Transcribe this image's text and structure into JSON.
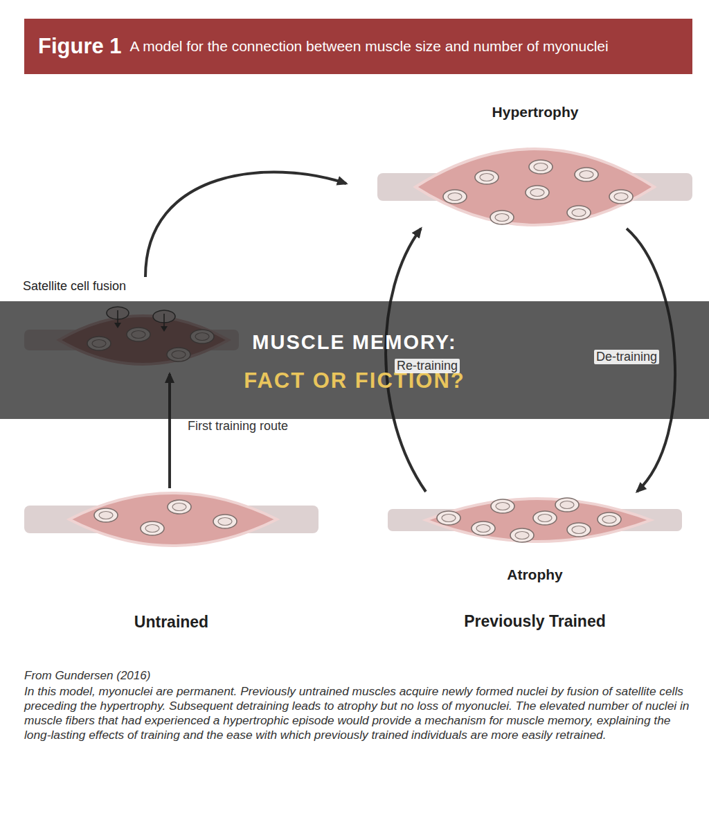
{
  "diagram": {
    "title": "Figure 1",
    "caption": "In this model, myonuclei are permanent. Previously untrained muscles acquire newly formed nuclei by fusion of satellite cells preceding the hypertrophy. Subsequent detraining leads to atrophy but no loss of myonuclei. The elevated number of nuclei in muscle fibers that had experienced a hypertrophic episode would provide a mechanism for muscle memory, explaining the long-lasting effects of training and the ease with which previously trained individuals are more easily retrained.",
    "nodes": [
      {
        "text": [
          "Hypertrophy"
        ]
      },
      {
        "text": [
          "Satellite cell fusion"
        ]
      },
      {
        "text": [
          "Untrained"
        ]
      },
      {
        "text": [
          "Atrophy",
          "Previously Trained"
        ]
      }
    ],
    "edges": [
      {
        "from": 2,
        "to": 1,
        "label": "First training route",
        "arrow": "to"
      },
      {
        "from": 1,
        "to": 0,
        "arrow": "to"
      },
      {
        "from": 0,
        "to": 3,
        "label": "De-training",
        "arrow": "to"
      },
      {
        "from": 3,
        "to": 0,
        "label": "Re-training",
        "arrow": "to"
      }
    ],
    "labels": [
      "A model for the connection between muscle size and number of myonuclei",
      "MUSCLE MEMORY:",
      "FACT OR FICTION?",
      "From Gundersen (2016)"
    ]
  }
}
